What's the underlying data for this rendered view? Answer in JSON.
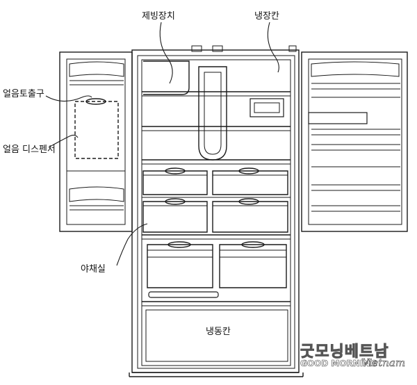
{
  "labels": {
    "ice_maker": "제빙장치",
    "fridge": "냉장칸",
    "ice_outlet": "얼음토출구",
    "ice_dispenser": "얼음 디스펜서",
    "vegetable": "야채실",
    "freezer": "냉동칸"
  },
  "watermark": {
    "korean": "굿모닝베트남",
    "english_1": "GOOD MORNING",
    "english_2": "Vietnam"
  },
  "colors": {
    "line": "#1a1a1a",
    "background": "#ffffff"
  }
}
